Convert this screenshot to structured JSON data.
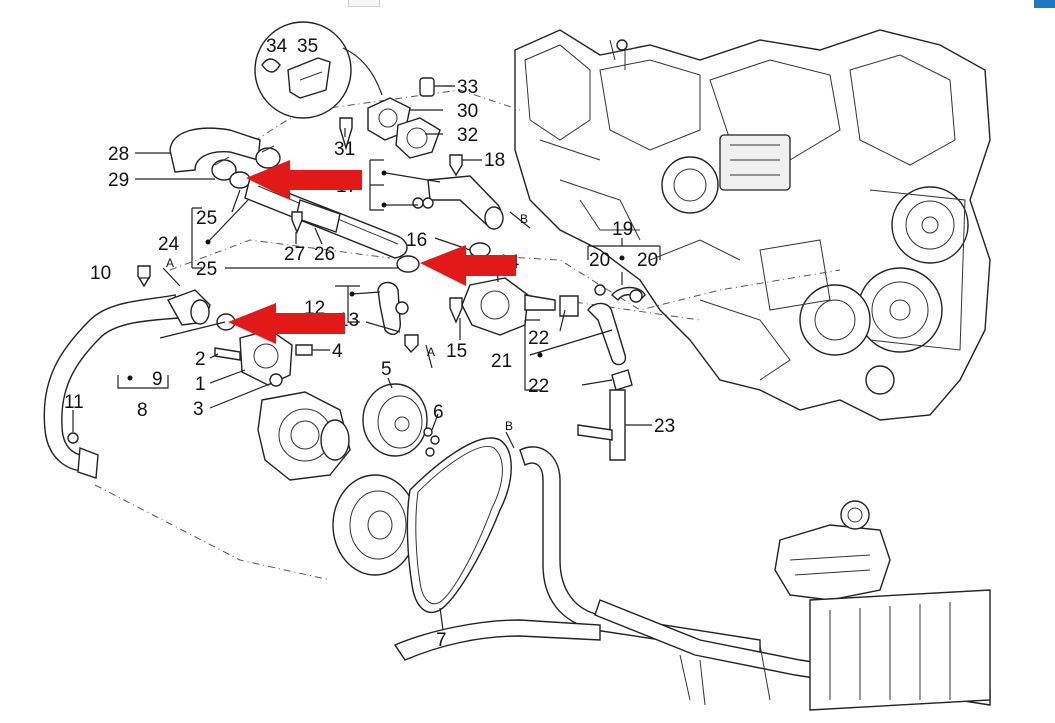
{
  "diagram": {
    "callouts": {
      "p1": "1",
      "p2": "2",
      "p3": "3",
      "p4": "4",
      "p5": "5",
      "p6": "6",
      "p7": "7",
      "p8": "8",
      "p9": "9",
      "p10": "10",
      "p11": "11",
      "p12": "12",
      "p13": "13",
      "p14": "14",
      "p15": "15",
      "p16": "16",
      "p17": "17",
      "p18": "18",
      "p19": "19",
      "p20a": "20",
      "p20b": "20",
      "p21": "21",
      "p22a": "22",
      "p22b": "22",
      "p23": "23",
      "p24": "24",
      "p25a": "25",
      "p25b": "25",
      "p26": "26",
      "p27": "27",
      "p28": "28",
      "p29": "29",
      "p30": "30",
      "p31": "31",
      "p32": "32",
      "p33": "33",
      "p34": "34",
      "p35": "35"
    },
    "section_markers": {
      "a1": "A",
      "a2": "A",
      "b1": "B",
      "b2": "B"
    },
    "colors": {
      "highlight_arrow": "#e11919",
      "line_art": "#222222",
      "corner_button": "#1d78c4"
    }
  }
}
